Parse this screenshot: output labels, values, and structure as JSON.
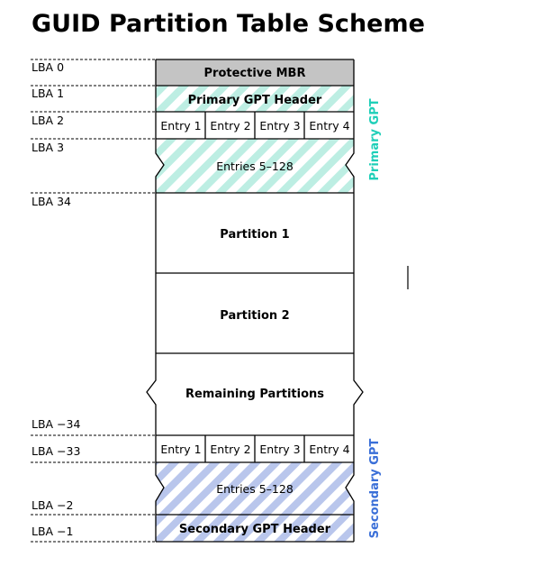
{
  "title": "GUID Partition Table Scheme",
  "lba_labels": {
    "lba0": "LBA 0",
    "lba1": "LBA 1",
    "lba2": "LBA 2",
    "lba3": "LBA 3",
    "lba34": "LBA 34",
    "lba_m34": "LBA −34",
    "lba_m33": "LBA −33",
    "lba_m2": "LBA −2",
    "lba_m1": "LBA −1"
  },
  "blocks": {
    "protective_mbr": "Protective MBR",
    "primary_header": "Primary GPT Header",
    "primary_entries": [
      "Entry 1",
      "Entry 2",
      "Entry 3",
      "Entry 4"
    ],
    "primary_entries_rest": "Entries 5–128",
    "partition1": "Partition 1",
    "partition2": "Partition 2",
    "remaining": "Remaining Partitions",
    "secondary_entries": [
      "Entry 1",
      "Entry 2",
      "Entry 3",
      "Entry 4"
    ],
    "secondary_entries_rest": "Entries 5–128",
    "secondary_header": "Secondary GPT Header"
  },
  "side_labels": {
    "primary": "Primary GPT",
    "secondary": "Secondary GPT"
  },
  "colors": {
    "primary": "#1fcfb8",
    "primary_stripe": "#bdeee3",
    "secondary": "#3a6fd8",
    "secondary_stripe": "#b9c6ec",
    "mbr": "#c4c4c4"
  }
}
